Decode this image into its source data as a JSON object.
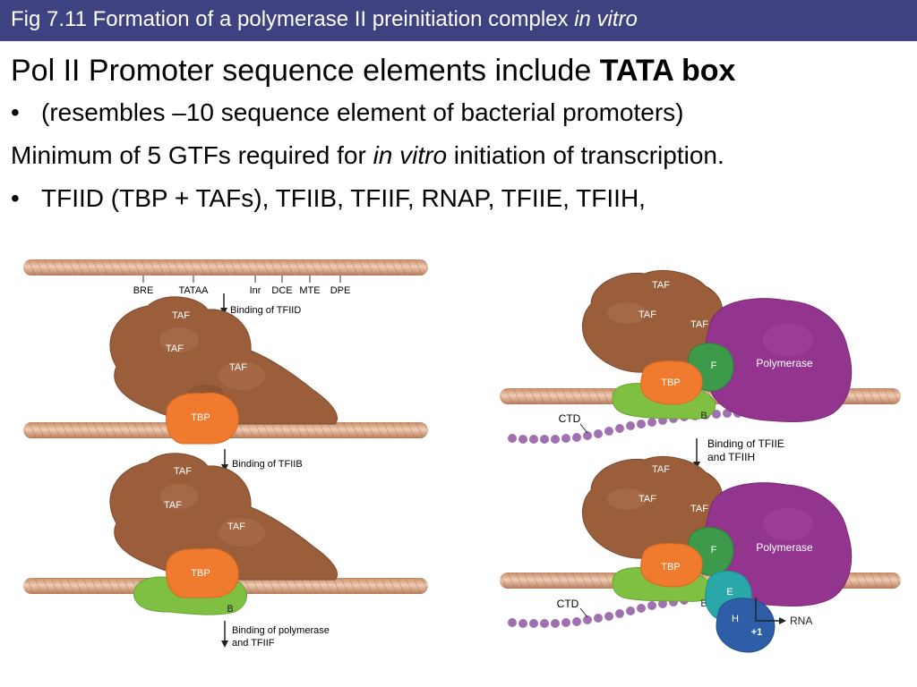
{
  "header": {
    "title_main": "Fig 7.11  Formation of a polymerase II preinitiation complex ",
    "title_italic": "in vitro",
    "bar_color": "#3f4280"
  },
  "heading": {
    "text_main": "Pol II Promoter sequence elements include ",
    "text_bold": "TATA box"
  },
  "body": {
    "bullet_1": "(resembles –10 sequence element of bacterial promoters)",
    "line_2_main": "Minimum of 5 GTFs required for ",
    "line_2_italic": "in vitro",
    "line_2_end": " initiation of transcription.",
    "bullet_3": "TFIID (TBP + TAFs), TFIIB, TFIIF, RNAP, TFIIE, TFIIH,",
    "bullet_symbol": "•"
  },
  "diagram": {
    "promoter_elements": [
      "BRE",
      "TATAA",
      "Inr",
      "DCE",
      "MTE",
      "DPE"
    ],
    "labels": {
      "taf": "TAF",
      "tbp": "TBP",
      "b": "B",
      "f": "F",
      "e": "E",
      "h": "H",
      "polymerase": "Polymerase",
      "ctd": "CTD",
      "rna": "RNA",
      "plus_one": "+1"
    },
    "steps": {
      "binding_tfiid": "Binding of TFIID",
      "binding_tfiib": "Binding of TFIIB",
      "binding_pol_1": "Binding of polymerase",
      "binding_pol_2": "and TFIIF",
      "binding_e_1": "Binding of TFIIE",
      "binding_e_2": "and TFIIH"
    },
    "colors": {
      "dna": "#d9a888",
      "taf": "#9a5f3a",
      "tbp": "#f07a2e",
      "tfiib": "#7fc042",
      "tfiif": "#3d9a4a",
      "polymerase": "#93348f",
      "ctd": "#a070b0",
      "tfiie": "#2aa7a8",
      "tfiih": "#2e5ea8"
    }
  }
}
